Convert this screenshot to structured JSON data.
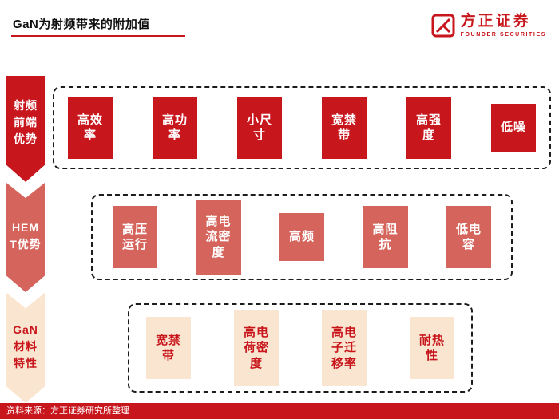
{
  "header": {
    "title": "GaN为射频带来的附加值",
    "logo_name": "方正证券",
    "logo_subtitle": "FOUNDER SECURITIES"
  },
  "colors": {
    "brand_red": "#c8161d",
    "hemt_red": "#d5655c",
    "material_cream": "#fae6d0"
  },
  "rows": [
    {
      "name": "射频前端优势",
      "label": "射频\n前端\n优势",
      "items": [
        "高效\n率",
        "高功\n率",
        "小尺\n寸",
        "宽禁\n带",
        "高强\n度",
        "低噪"
      ]
    },
    {
      "name": "HEMT优势",
      "label": "HEM\nT优势",
      "items": [
        "高压\n运行",
        "高电\n流密\n度",
        "高频",
        "高阻\n抗",
        "低电\n容"
      ]
    },
    {
      "name": "GaN材料特性",
      "label": "GaN\n材料\n特性",
      "items": [
        "宽禁\n带",
        "高电\n荷密\n度",
        "高电\n子迁\n移率",
        "耐热\n性"
      ]
    }
  ],
  "footer": {
    "source": "资料来源：方正证券研究所整理"
  }
}
